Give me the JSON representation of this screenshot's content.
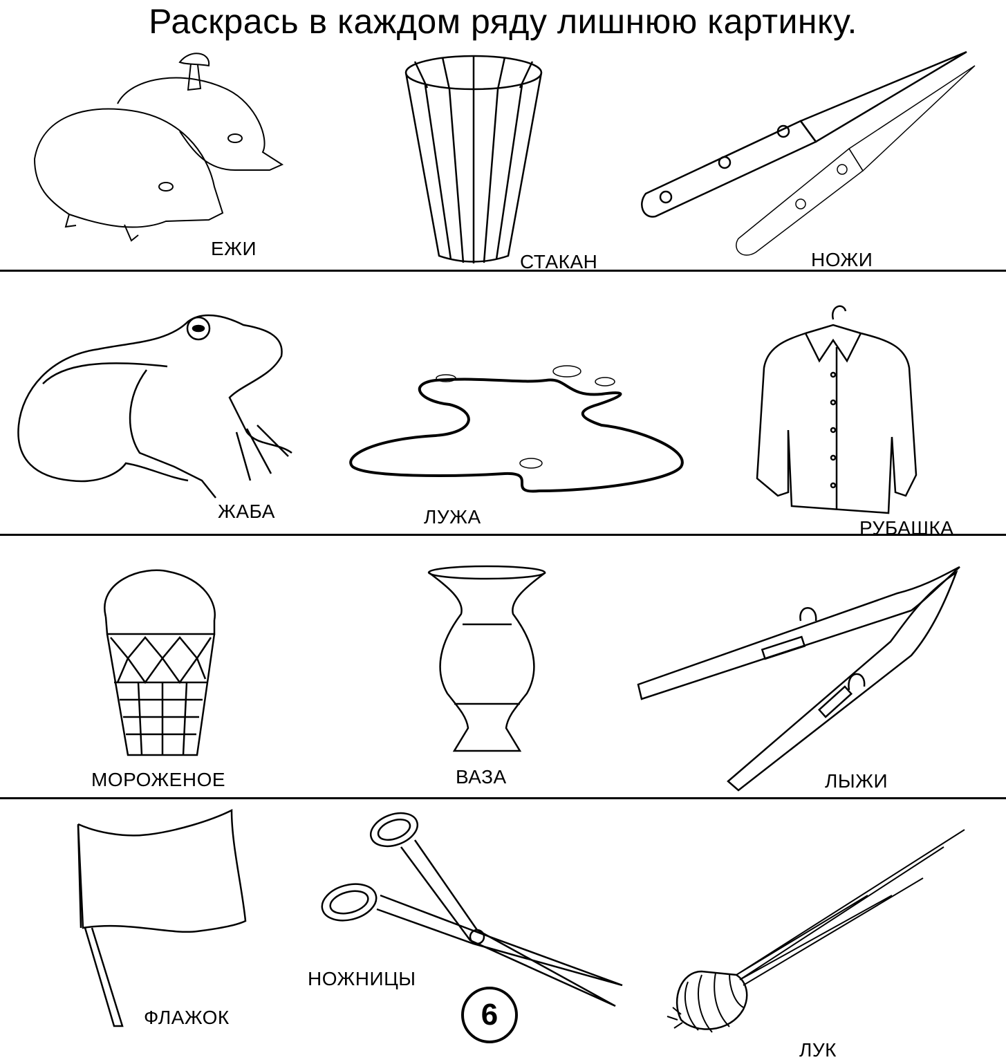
{
  "title": "Раскрась в каждом ряду лишнюю картинку.",
  "rows": [
    {
      "items": [
        {
          "label": "ЕЖИ",
          "icon": "hedgehogs-icon"
        },
        {
          "label": "СТАКАН",
          "icon": "glass-icon"
        },
        {
          "label": "НОЖИ",
          "icon": "knives-icon"
        }
      ]
    },
    {
      "items": [
        {
          "label": "ЖАБА",
          "icon": "frog-icon"
        },
        {
          "label": "ЛУЖА",
          "icon": "puddle-icon"
        },
        {
          "label": "РУБАШКА",
          "icon": "shirt-icon"
        }
      ]
    },
    {
      "items": [
        {
          "label": "МОРОЖЕНОЕ",
          "icon": "ice-cream-icon"
        },
        {
          "label": "ВАЗА",
          "icon": "vase-icon"
        },
        {
          "label": "ЛЫЖИ",
          "icon": "skis-icon"
        }
      ]
    },
    {
      "items": [
        {
          "label": "ФЛАЖОК",
          "icon": "flag-icon"
        },
        {
          "label": "НОЖНИЦЫ",
          "icon": "scissors-icon"
        },
        {
          "label": "ЛУК",
          "icon": "onion-icon"
        }
      ]
    }
  ],
  "page_number": "6"
}
